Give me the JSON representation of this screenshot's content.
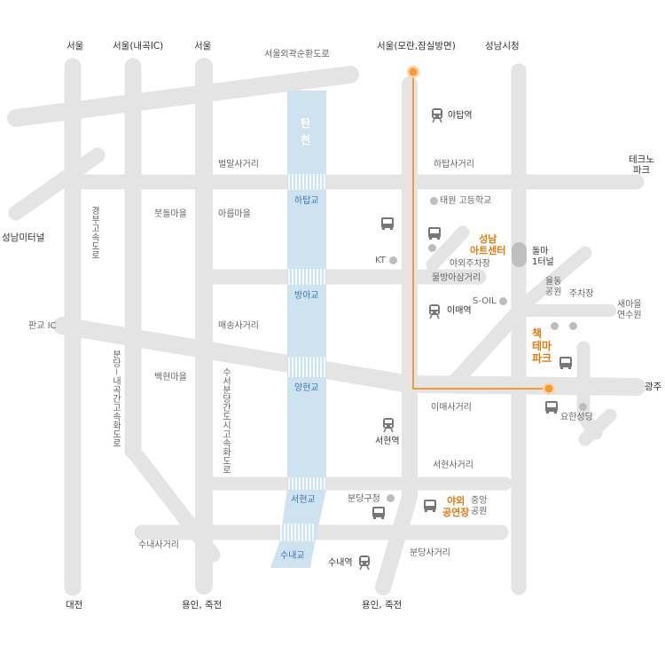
{
  "colors": {
    "road": "#e4e4e4",
    "river": "#cfe2f0",
    "route": "#f39c34",
    "terminal": "#bfbfbf",
    "highlight": "#e07a0f",
    "bridge_text": "#3b74b6"
  },
  "directions": {
    "seoul_left": "서울",
    "seoul_ic": "서울(내곡IC)",
    "seoul_mid": "서울",
    "seoul_moran": "서울(모란,잠실방면)",
    "seongnam_cityhall": "성남시청",
    "techno_park": "테크노\n파크",
    "seongnam_terminal": "성남미터널",
    "pangyo_ic": "판교 IC",
    "gwangju": "광주",
    "daejeon": "대전",
    "yongin_left": "용인, 죽전",
    "yongin_right": "용인, 죽전"
  },
  "roads": {
    "outer_ring": "서울외곽순환도로",
    "gyeongbu": "경부고속도로",
    "bundang_naegok": "분당－내곡간고속화도로",
    "suseo_bundang": "수서분당간도시고속화도로"
  },
  "river": {
    "name": "탄\n천"
  },
  "bridges": {
    "hatap": "하탑교",
    "banga": "방아교",
    "yanghyeon": "양현교",
    "seohyeon": "서현교",
    "sunae": "수내교"
  },
  "places": {
    "beolmal": "벌말사거리",
    "hatap_cross": "하탑사거리",
    "yatap_station": "야탑역",
    "taewon_school": "태원 고등학교",
    "butdol": "붓돌마을",
    "areum": "아름마을",
    "kt": "KT",
    "art_center": "성남\n아트센터",
    "outdoor_parking": "야외주차장",
    "dolma_terminal": "돌마\n1터널",
    "mulbangi": "물방아삼거리",
    "yuldong_park": "율동\n공원",
    "parking": "주차장",
    "saemaeul": "새마을\n연수원",
    "soil": "S-OIL",
    "imae_station": "이매역",
    "maesong": "매송사거리",
    "baekhyeon": "백현마을",
    "book_theme_park": "책\n테마\n파크",
    "imae_cross": "이매사거리",
    "yohan_church": "요한성당",
    "seohyeon_station": "서현역",
    "seohyeon_cross": "서현사거리",
    "bundang_office": "분당구청",
    "outdoor_stage": "야외\n공연장",
    "central_park": "중앙\n공원",
    "sunae_cross": "수내사거리",
    "sunae_station": "수내역",
    "bundang_cross": "분당사거리"
  },
  "icons": {
    "train": "train-icon",
    "bus": "bus-icon",
    "marker": "location-marker-icon"
  }
}
